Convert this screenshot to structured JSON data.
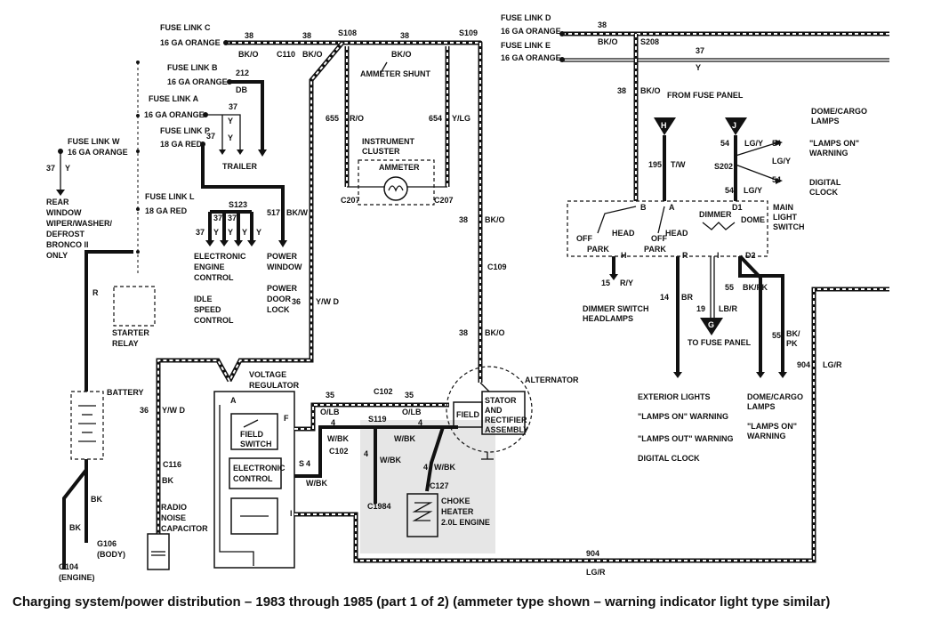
{
  "caption": "Charging system/power distribution – 1983 through 1985 (part 1 of 2) (ammeter type shown – warning indicator light type similar)",
  "fuse_links": {
    "c": {
      "name": "FUSE LINK C",
      "gauge": "16 GA ORANGE"
    },
    "b": {
      "name": "FUSE LINK B",
      "gauge": "16 GA ORANGE"
    },
    "a": {
      "name": "FUSE LINK A",
      "gauge": "16 GA ORANGE"
    },
    "p": {
      "name": "FUSE LINK P",
      "gauge": "18 GA RED"
    },
    "l": {
      "name": "FUSE LINK L",
      "gauge": "18 GA RED"
    },
    "w": {
      "name": "FUSE LINK W",
      "gauge": "16 GA ORANGE"
    },
    "d": {
      "name": "FUSE LINK D",
      "gauge": "16 GA ORANGE"
    },
    "e": {
      "name": "FUSE LINK E",
      "gauge": "16 GA ORANGE"
    }
  },
  "splices": {
    "s108": "S108",
    "s109": "S109",
    "s208": "S208",
    "s202": "S202",
    "s123": "S123",
    "s119": "S119"
  },
  "connectors": {
    "c110": "C110",
    "c207a": "C207",
    "c207b": "C207",
    "c109": "C109",
    "c116": "C116",
    "c102a": "C102",
    "c102b": "C102",
    "c1984": "C1984",
    "c127": "C127"
  },
  "grounds": {
    "g106": "G106",
    "g106_sub": "(BODY)",
    "g104": "G104",
    "g104_sub": "(ENGINE)"
  },
  "wires": {
    "w38": "38",
    "bko": "BK/O",
    "w212": "212",
    "db": "DB",
    "w37": "37",
    "y": "Y",
    "w655": "655",
    "ro": "R/O",
    "w654": "654",
    "ylg": "Y/LG",
    "w517": "517",
    "bkw": "BK/W",
    "w36": "36",
    "ywd": "Y/W D",
    "ywd2": "Y/W D",
    "w35": "35",
    "olb": "O/LB",
    "w4": "4",
    "wbk": "W/BK",
    "r": "R",
    "bk": "BK",
    "w195": "195",
    "tw": "T/W",
    "w54": "54",
    "lgy": "LG/Y",
    "w15": "15",
    "ry": "R/Y",
    "w14": "14",
    "br": "BR",
    "w19": "19",
    "lbr": "LB/R",
    "w55": "55",
    "bkpk": "BK/PK",
    "bk2": "BK/",
    "pk": "PK",
    "w904": "904",
    "lgr": "LG/R"
  },
  "labels": {
    "ammeter_shunt": "AMMETER SHUNT",
    "instrument_cluster_1": "INSTRUMENT",
    "instrument_cluster_2": "CLUSTER",
    "ammeter": "AMMETER",
    "trailer": "TRAILER",
    "rear_1": "REAR",
    "rear_2": "WINDOW",
    "rear_3": "WIPER/WASHER/",
    "rear_4": "DEFROST",
    "rear_5": "BRONCO II",
    "rear_6": "ONLY",
    "eec_1": "ELECTRONIC",
    "eec_2": "ENGINE",
    "eec_3": "CONTROL",
    "pw_1": "POWER",
    "pw_2": "WINDOW",
    "pdl_1": "POWER",
    "pdl_2": "DOOR",
    "pdl_3": "LOCK",
    "isc_1": "IDLE",
    "isc_2": "SPEED",
    "isc_3": "CONTROL",
    "starter_1": "STARTER",
    "starter_2": "RELAY",
    "battery": "BATTERY",
    "vr_1": "VOLTAGE",
    "vr_2": "REGULATOR",
    "field_switch_1": "FIELD",
    "field_switch_2": "SWITCH",
    "electronic_control_1": "ELECTRONIC",
    "electronic_control_2": "CONTROL",
    "term_a": "A",
    "term_f": "F",
    "term_s": "S",
    "term_i": "I",
    "rnc_1": "RADIO",
    "rnc_2": "NOISE",
    "rnc_3": "CAPACITOR",
    "alternator": "ALTERNATOR",
    "field": "FIELD",
    "stator_1": "STATOR",
    "stator_2": "AND",
    "stator_3": "RECTIFIER",
    "stator_4": "ASSEMBLY",
    "choke_1": "CHOKE",
    "choke_2": "HEATER",
    "choke_3": "2.0L ENGINE",
    "from_fuse_panel": "FROM FUSE PANEL",
    "conn_h": "H",
    "conn_j": "J",
    "conn_g": "G",
    "dome_top_1": "DOME/CARGO",
    "dome_top_2": "LAMPS",
    "lamps_on_1": "\"LAMPS ON\"",
    "lamps_on_2": "WARNING",
    "digital_clock_1": "DIGITAL",
    "digital_clock_2": "CLOCK",
    "mls_1": "MAIN",
    "mls_2": "LIGHT",
    "mls_3": "SWITCH",
    "sw_b": "B",
    "sw_a": "A",
    "sw_d1": "D1",
    "sw_d2": "D2",
    "sw_r": "R",
    "sw_h": "H",
    "sw_i": "I",
    "sw_off1": "OFF",
    "sw_park1": "PARK",
    "sw_head1": "HEAD",
    "sw_off2": "OFF",
    "sw_park2": "PARK",
    "sw_head2": "HEAD",
    "sw_dimmer": "DIMMER",
    "sw_dome": "DOME",
    "dimmer_1": "DIMMER SWITCH",
    "dimmer_2": "HEADLAMPS",
    "to_fuse_panel": "TO FUSE PANEL",
    "ext_1": "EXTERIOR LIGHTS",
    "ext_2": "\"LAMPS ON\" WARNING",
    "ext_3": "\"LAMPS OUT\" WARNING",
    "ext_4": "DIGITAL CLOCK",
    "dome_bot_1": "DOME/CARGO",
    "dome_bot_2": "LAMPS",
    "dome_bot_3": "\"LAMPS ON\"",
    "dome_bot_4": "WARNING"
  }
}
